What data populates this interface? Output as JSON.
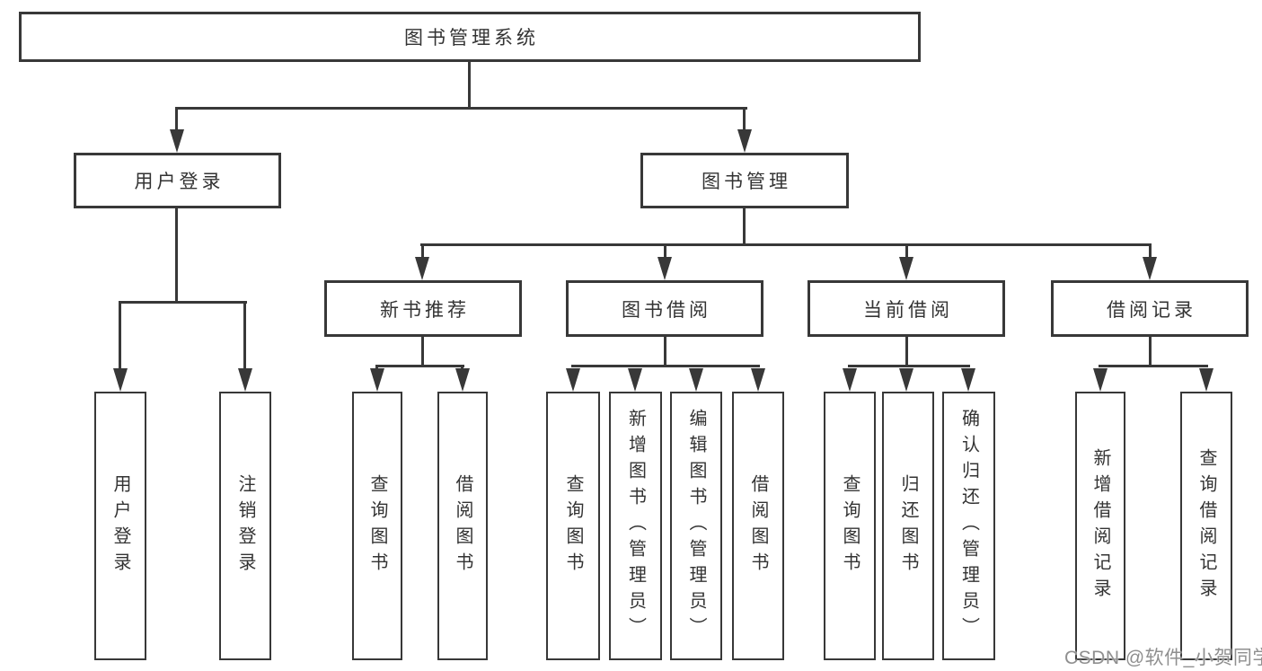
{
  "tree": {
    "root": {
      "label": "图书管理系统",
      "children": [
        {
          "label": "用户登录",
          "children": [
            {
              "label": "用户登录"
            },
            {
              "label": "注销登录"
            }
          ]
        },
        {
          "label": "图书管理",
          "children": [
            {
              "label": "新书推荐",
              "children": [
                {
                  "label": "查询图书"
                },
                {
                  "label": "借阅图书"
                }
              ]
            },
            {
              "label": "图书借阅",
              "children": [
                {
                  "label": "查询图书"
                },
                {
                  "label": "新增图书（管理员）"
                },
                {
                  "label": "编辑图书（管理员）"
                },
                {
                  "label": "借阅图书"
                }
              ]
            },
            {
              "label": "当前借阅",
              "children": [
                {
                  "label": "查询图书"
                },
                {
                  "label": "归还图书"
                },
                {
                  "label": "确认归还（管理员）"
                }
              ]
            },
            {
              "label": "借阅记录",
              "children": [
                {
                  "label": "新增借阅记录"
                },
                {
                  "label": "查询借阅记录"
                }
              ]
            }
          ]
        }
      ]
    }
  },
  "watermark": {
    "text": "CSDN @软件_小贺同学"
  },
  "colors": {
    "line": "#383838",
    "text": "#333333",
    "watermark": "#8f8f8f",
    "background": "#ffffff"
  }
}
